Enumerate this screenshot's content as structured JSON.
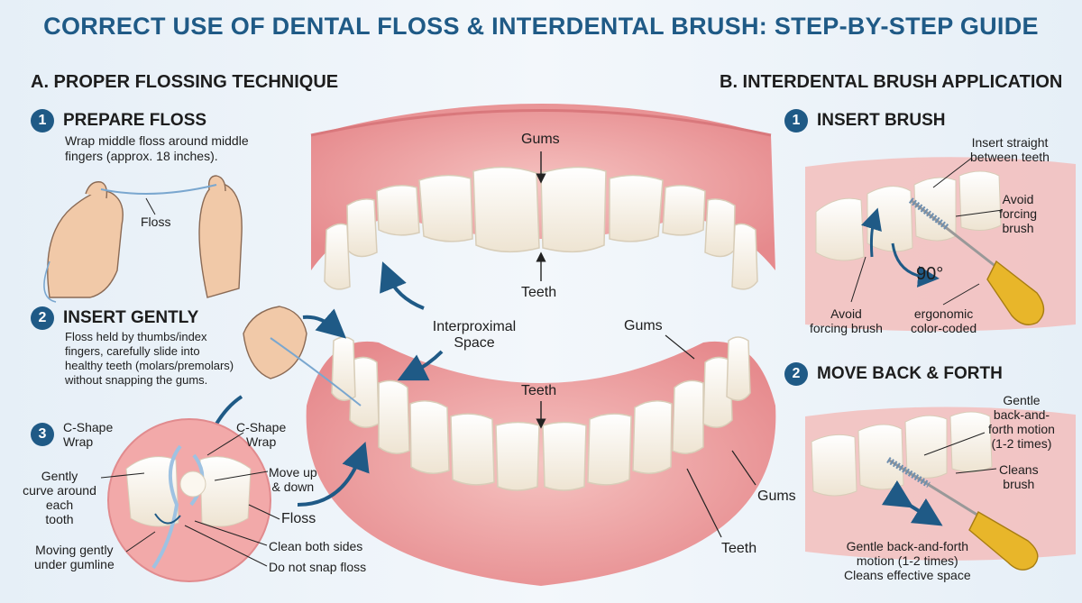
{
  "title": "CORRECT USE OF DENTAL FLOSS & INTERDENTAL BRUSH: STEP-BY-STEP GUIDE",
  "section_a": {
    "heading": "A. PROPER FLOSSING TECHNIQUE",
    "step1": {
      "num": "1",
      "title": "PREPARE FLOSS",
      "desc_line1": "Wrap middle floss around middle",
      "desc_line2": "fingers (approx. 18 inches).",
      "label_floss": "Floss"
    },
    "step2": {
      "num": "2",
      "title": "INSERT GENTLY",
      "desc_line1": "Floss held by thumbs/index",
      "desc_line2": "fingers, carefully slide into",
      "desc_line3": "healthy teeth (molars/premolars)",
      "desc_line4": "without snapping the gums."
    },
    "step3": {
      "num": "3",
      "title_line1": "C-Shape",
      "title_line2": "Wrap",
      "label_cshape_line1": "C-Shape",
      "label_cshape_line2": "Wrap",
      "label_curve_line1": "Gently",
      "label_curve_line2": "curve around",
      "label_curve_line3": "each",
      "label_curve_line4": "tooth",
      "label_move_line1": "Move up",
      "label_move_line2": "& down",
      "label_floss": "Floss",
      "label_gumline_line1": "Moving gently",
      "label_gumline_line2": "under gumline",
      "label_clean": "Clean both sides",
      "label_snap": "Do not snap floss"
    }
  },
  "center": {
    "gums_top": "Gums",
    "teeth_top": "Teeth",
    "interproximal_line1": "Interproximal",
    "interproximal_line2": "Space",
    "gums_right_upper": "Gums",
    "teeth_mid": "Teeth",
    "gums_right_lower": "Gums",
    "teeth_bottom": "Teeth"
  },
  "section_b": {
    "heading": "B. INTERDENTAL BRUSH APPLICATION",
    "step1": {
      "num": "1",
      "title": "INSERT BRUSH",
      "label_insert_line1": "Insert straight",
      "label_insert_line2": "between teeth",
      "label_avoid1_line1": "Avoid",
      "label_avoid1_line2": "forcing",
      "label_avoid1_line3": "brush",
      "label_angle": "90°",
      "label_avoid2_line1": "Avoid",
      "label_avoid2_line2": "forcing brush",
      "label_ergo_line1": "ergonomic",
      "label_ergo_line2": "color-coded"
    },
    "step2": {
      "num": "2",
      "title": "MOVE BACK & FORTH",
      "label_gentle_line1": "Gentle",
      "label_gentle_line2": "back-and-",
      "label_gentle_line3": "forth motion",
      "label_gentle_line4": "(1-2 times)",
      "label_cleans_line1": "Cleans",
      "label_cleans_line2": "brush",
      "label_bottom_line1": "Gentle back-and-forth",
      "label_bottom_line2": "motion (1-2 times)",
      "label_bottom_line3": "Cleans effective space"
    }
  },
  "colors": {
    "accent": "#1f5a86",
    "gum": "#e98c8f",
    "gum_light": "#f4b9b8",
    "tooth": "#faf5ea",
    "brush_handle": "#e8b62a"
  }
}
